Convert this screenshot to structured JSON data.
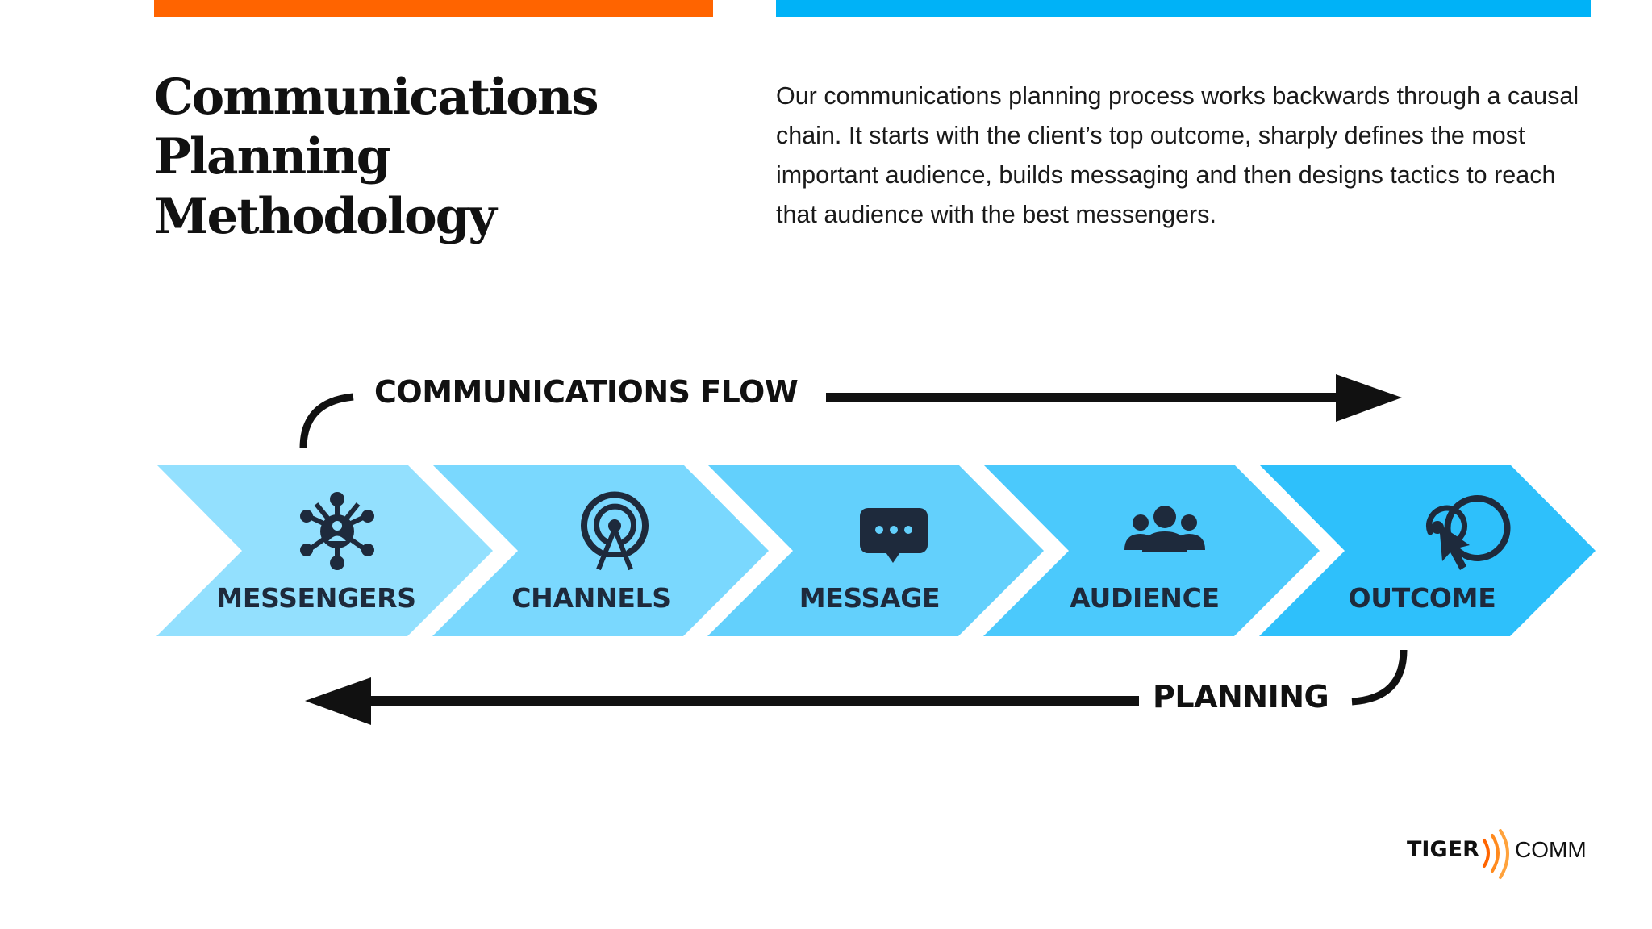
{
  "header": {
    "title_line1": "Communications",
    "title_line2": "Planning Methodology",
    "intro": "Our communications planning process works backwards through a causal chain. It starts with the client’s top outcome, sharply defines the most important audience, builds messaging and then designs tactics to reach that audience with the best messengers."
  },
  "colors": {
    "orange_accent": "#ff6400",
    "blue_accent": "#00b2f7",
    "chevron_1": "#93e0fe",
    "chevron_2": "#7ad8fe",
    "chevron_3": "#63d0fc",
    "chevron_4": "#4bc9fc",
    "chevron_5": "#2ec0fb",
    "icon_color": "#1e2a3c"
  },
  "diagram": {
    "flow_label": "COMMUNICATIONS FLOW",
    "planning_label": "PLANNING",
    "steps": [
      {
        "label": "MESSENGERS",
        "icon": "network-person-icon"
      },
      {
        "label": "CHANNELS",
        "icon": "broadcast-tower-icon"
      },
      {
        "label": "MESSAGE",
        "icon": "chat-bubble-icon"
      },
      {
        "label": "AUDIENCE",
        "icon": "people-group-icon"
      },
      {
        "label": "OUTCOME",
        "icon": "target-cursor-icon"
      }
    ]
  },
  "logo": {
    "tiger": "TIGER",
    "comm": "COMM"
  }
}
